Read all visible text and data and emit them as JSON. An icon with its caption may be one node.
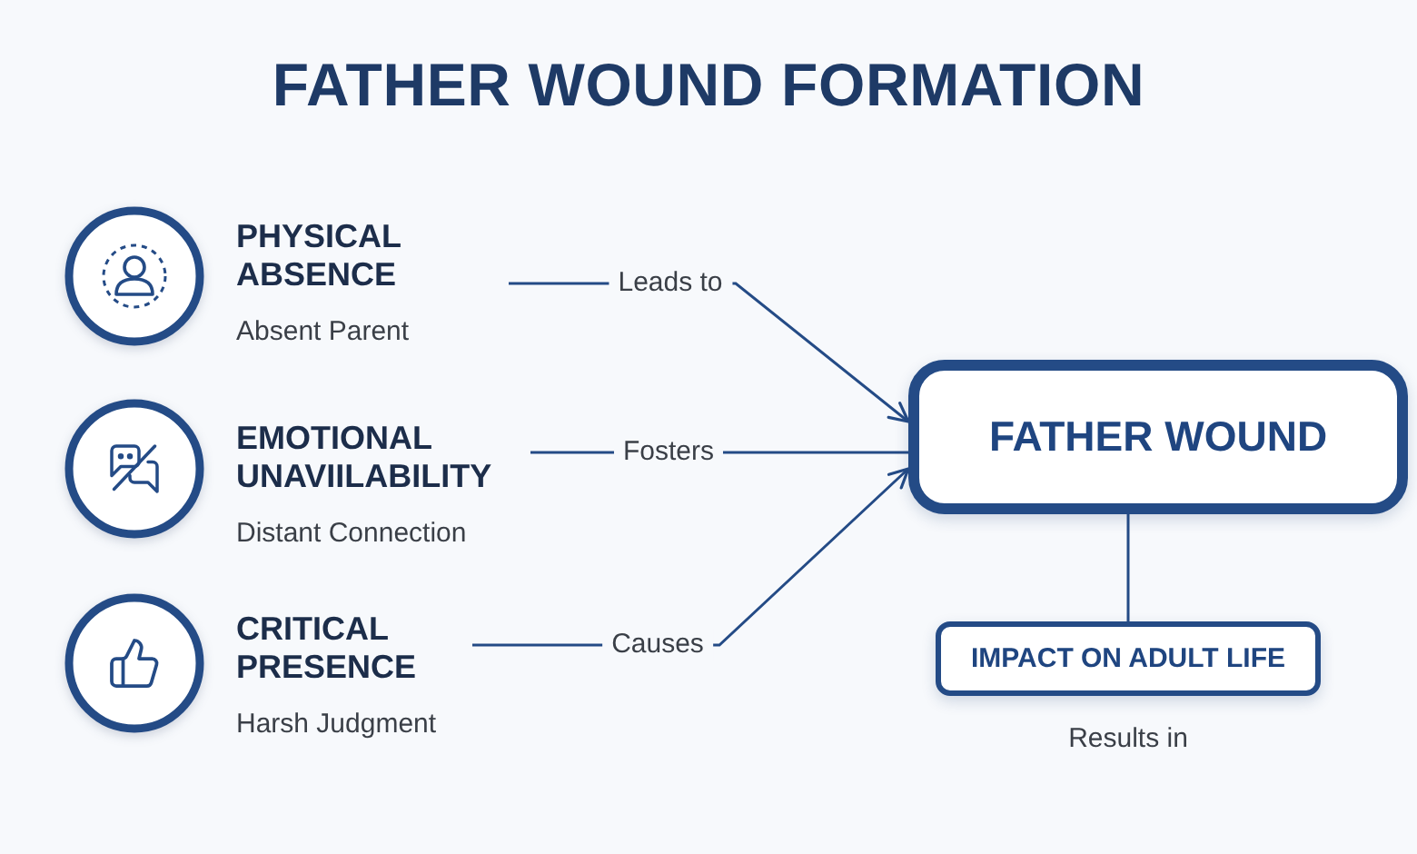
{
  "diagram": {
    "title": "FATHER WOUND FORMATION",
    "nodes": [
      {
        "text": [
          "PHYSICAL ABSENCE",
          "Absent Parent"
        ]
      },
      {
        "text": [
          "EMOTIONAL UNAVIILABILITY",
          "Distant Connection"
        ]
      },
      {
        "text": [
          "CRITICAL PRESENCE",
          "Harsh Judgment"
        ]
      },
      {
        "text": [
          "FATHER WOUND"
        ]
      },
      {
        "text": [
          "IMPACT ON ADULT LIFE"
        ],
        "beside": [
          "Results in"
        ]
      }
    ],
    "edges": [
      {
        "from": 0,
        "to": 3,
        "arrow": "to",
        "label": "Leads to"
      },
      {
        "from": 1,
        "to": 3,
        "arrow": "none",
        "label": "Fosters"
      },
      {
        "from": 2,
        "to": 3,
        "arrow": "to",
        "label": "Causes"
      },
      {
        "from": 3,
        "to": 4,
        "arrow": "none"
      }
    ]
  }
}
